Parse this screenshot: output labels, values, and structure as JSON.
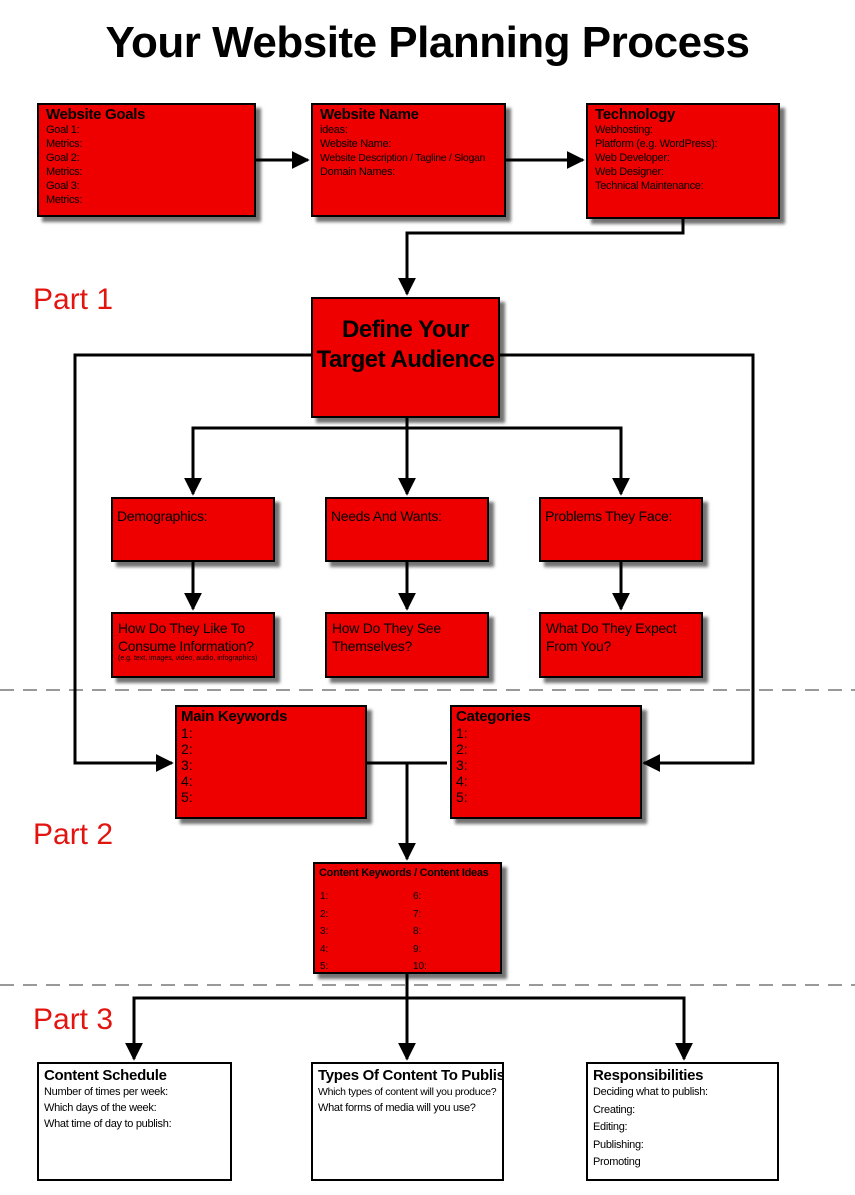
{
  "title": "Your Website Planning Process",
  "parts": {
    "p1": "Part 1",
    "p2": "Part 2",
    "p3": "Part 3"
  },
  "colors": {
    "box_fill": "#ef0000",
    "part_label": "#e3140f"
  },
  "goals": {
    "title": "Website Goals",
    "lines": [
      "Goal 1:",
      "Metrics:",
      "Goal 2:",
      "Metrics:",
      "Goal 3:",
      "Metrics:"
    ]
  },
  "name": {
    "title": "Website Name",
    "lines": [
      "ideas:",
      "Website Name:",
      "Website Description / Tagline / Slogan",
      "Domain Names:"
    ]
  },
  "tech": {
    "title": "Technology",
    "lines": [
      "Webhosting:",
      "Platform (e.g. WordPress):",
      "Web Developer:",
      "Web Designer:",
      "Technical Maintenance:"
    ]
  },
  "audience": {
    "line1": "Define Your",
    "line2": "Target Audience"
  },
  "demographics": "Demographics:",
  "needs": "Needs And Wants:",
  "problems": "Problems They Face:",
  "consume": {
    "line1": "How Do They Like To",
    "line2": "Consume Information?",
    "note": "(e.g. text, images, video, audio, infographics)"
  },
  "see": {
    "line1": "How Do They See",
    "line2": "Themselves?"
  },
  "expect": {
    "line1": "What Do They Expect",
    "line2": "From You?"
  },
  "keywords": {
    "title": "Main Keywords",
    "items": [
      "1:",
      "2:",
      "3:",
      "4:",
      "5:"
    ]
  },
  "categories": {
    "title": "Categories",
    "items": [
      "1:",
      "2:",
      "3:",
      "4:",
      "5:"
    ]
  },
  "content_ideas": {
    "title": "Content Keywords / Content Ideas",
    "left": [
      "1:",
      "2:",
      "3:",
      "4:",
      "5:"
    ],
    "right": [
      "6:",
      "7:",
      "8:",
      "9:",
      "10:"
    ]
  },
  "schedule": {
    "title": "Content Schedule",
    "lines": [
      "Number of times per week:",
      "Which days of the week:",
      "What time of day to publish:"
    ]
  },
  "types": {
    "title": "Types Of Content To Publish",
    "lines": [
      "Which types of content will you produce?",
      "What forms of media will you use?"
    ]
  },
  "responsibilities": {
    "title": "Responsibilities",
    "lines": [
      "Deciding what to publish:",
      "Creating:",
      "Editing:",
      "Publishing:",
      "Promoting"
    ]
  }
}
